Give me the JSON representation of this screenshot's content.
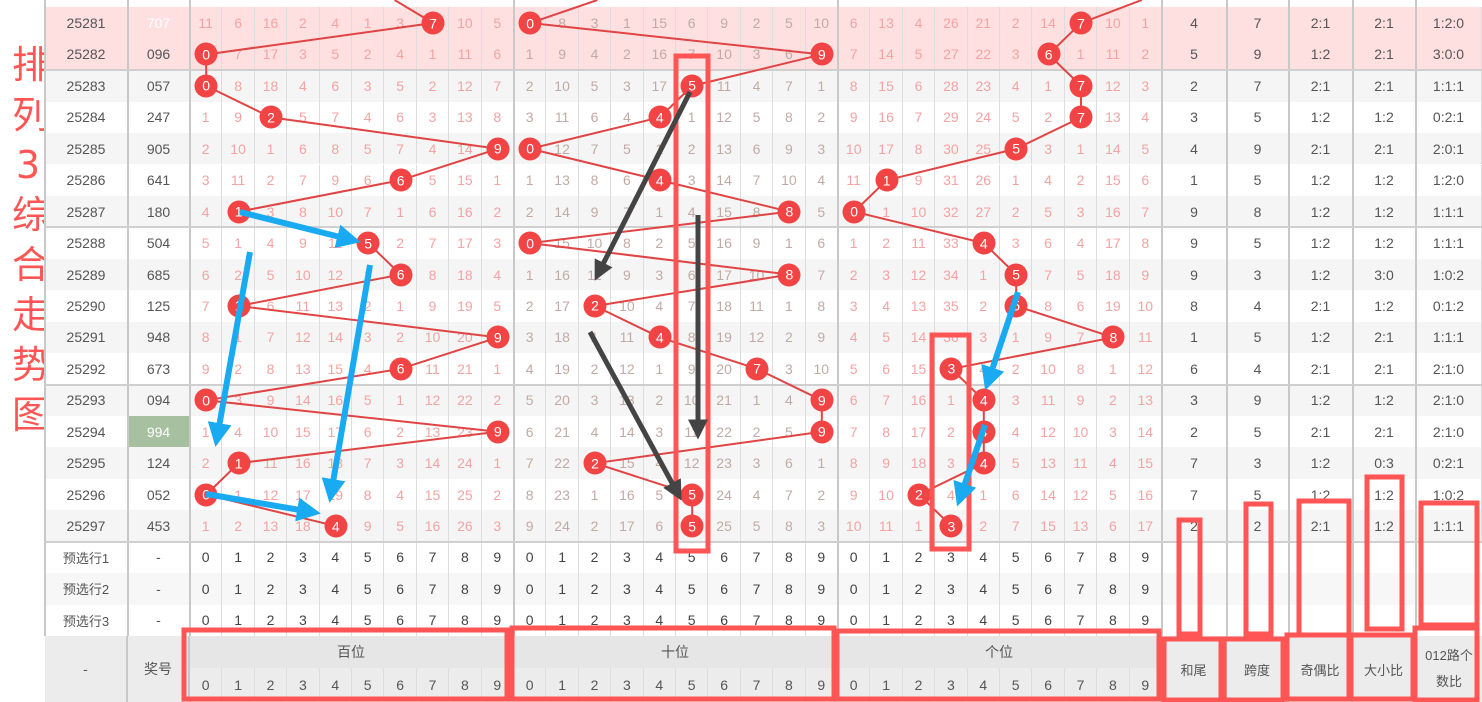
{
  "title_chars": [
    "排",
    "列",
    "3",
    "综",
    "合",
    "走",
    "势",
    "图"
  ],
  "colors": {
    "ball": "#f24444",
    "pink_row": "#ffe0e0",
    "alt_row": "#f5f5f5",
    "highlight_number": "#a6c0a0",
    "annotation_red": "#ff5555",
    "arrow_blue": "#19aaf2",
    "arrow_dark": "#444444"
  },
  "rows": [
    {
      "period": "25281",
      "number": "707",
      "h": [
        11,
        6,
        16,
        2,
        4,
        1,
        3,
        0,
        10,
        5
      ],
      "t": [
        0,
        8,
        3,
        1,
        15,
        6,
        9,
        2,
        5,
        10
      ],
      "u": [
        6,
        13,
        4,
        26,
        21,
        2,
        14,
        0,
        10,
        1
      ],
      "stats": [
        "4",
        "7",
        "2:1",
        "2:1",
        "1:2:0"
      ]
    },
    {
      "period": "25282",
      "number": "096",
      "h": [
        0,
        7,
        17,
        3,
        5,
        2,
        4,
        1,
        11,
        6
      ],
      "t": [
        1,
        9,
        4,
        2,
        16,
        7,
        10,
        3,
        6,
        0
      ],
      "u": [
        7,
        14,
        5,
        27,
        22,
        3,
        0,
        1,
        11,
        2
      ],
      "stats": [
        "5",
        "9",
        "1:2",
        "2:1",
        "3:0:0"
      ]
    },
    {
      "period": "25283",
      "number": "057",
      "h": [
        0,
        8,
        18,
        4,
        6,
        3,
        5,
        2,
        12,
        7
      ],
      "t": [
        2,
        10,
        5,
        3,
        17,
        0,
        11,
        4,
        7,
        1
      ],
      "u": [
        8,
        15,
        6,
        28,
        23,
        4,
        1,
        0,
        12,
        3
      ],
      "stats": [
        "2",
        "7",
        "2:1",
        "2:1",
        "1:1:1"
      ]
    },
    {
      "period": "25284",
      "number": "247",
      "h": [
        1,
        9,
        0,
        5,
        7,
        4,
        6,
        3,
        13,
        8
      ],
      "t": [
        3,
        11,
        6,
        4,
        0,
        1,
        12,
        5,
        8,
        2
      ],
      "u": [
        9,
        16,
        7,
        29,
        24,
        5,
        2,
        0,
        13,
        4
      ],
      "stats": [
        "3",
        "5",
        "1:2",
        "1:2",
        "0:2:1"
      ]
    },
    {
      "period": "25285",
      "number": "905",
      "h": [
        2,
        10,
        1,
        6,
        8,
        5,
        7,
        4,
        14,
        0
      ],
      "t": [
        0,
        12,
        7,
        5,
        1,
        2,
        13,
        6,
        9,
        3
      ],
      "u": [
        10,
        17,
        8,
        30,
        25,
        0,
        3,
        1,
        14,
        5
      ],
      "stats": [
        "4",
        "9",
        "2:1",
        "2:1",
        "2:0:1"
      ]
    },
    {
      "period": "25286",
      "number": "641",
      "h": [
        3,
        11,
        2,
        7,
        9,
        6,
        0,
        5,
        15,
        1
      ],
      "t": [
        1,
        13,
        8,
        6,
        0,
        3,
        14,
        7,
        10,
        4
      ],
      "u": [
        11,
        0,
        9,
        31,
        26,
        1,
        4,
        2,
        15,
        6
      ],
      "stats": [
        "1",
        "5",
        "1:2",
        "1:2",
        "1:2:0"
      ]
    },
    {
      "period": "25287",
      "number": "180",
      "h": [
        4,
        0,
        3,
        8,
        10,
        7,
        1,
        6,
        16,
        2
      ],
      "t": [
        2,
        14,
        9,
        7,
        1,
        4,
        15,
        8,
        0,
        5
      ],
      "u": [
        0,
        1,
        10,
        32,
        27,
        2,
        5,
        3,
        16,
        7
      ],
      "stats": [
        "9",
        "8",
        "1:2",
        "1:2",
        "1:1:1"
      ]
    },
    {
      "period": "25288",
      "number": "504",
      "h": [
        5,
        1,
        4,
        9,
        11,
        0,
        2,
        7,
        17,
        3
      ],
      "t": [
        0,
        15,
        10,
        8,
        2,
        5,
        16,
        9,
        1,
        6
      ],
      "u": [
        1,
        2,
        11,
        33,
        0,
        3,
        6,
        4,
        17,
        8
      ],
      "stats": [
        "9",
        "5",
        "1:2",
        "1:2",
        "1:1:1"
      ]
    },
    {
      "period": "25289",
      "number": "685",
      "h": [
        6,
        2,
        5,
        10,
        12,
        1,
        0,
        8,
        18,
        4
      ],
      "t": [
        1,
        16,
        11,
        9,
        3,
        6,
        17,
        10,
        0,
        7
      ],
      "u": [
        2,
        3,
        12,
        34,
        1,
        0,
        7,
        5,
        18,
        9
      ],
      "stats": [
        "9",
        "3",
        "1:2",
        "3:0",
        "1:0:2"
      ]
    },
    {
      "period": "25290",
      "number": "125",
      "h": [
        7,
        0,
        6,
        11,
        13,
        2,
        1,
        9,
        19,
        5
      ],
      "t": [
        2,
        17,
        0,
        10,
        4,
        7,
        18,
        11,
        1,
        8
      ],
      "u": [
        3,
        4,
        13,
        35,
        2,
        0,
        8,
        6,
        19,
        10
      ],
      "stats": [
        "8",
        "4",
        "2:1",
        "1:2",
        "0:1:2"
      ]
    },
    {
      "period": "25291",
      "number": "948",
      "h": [
        8,
        1,
        7,
        12,
        14,
        3,
        2,
        10,
        20,
        0
      ],
      "t": [
        3,
        18,
        1,
        11,
        0,
        8,
        19,
        12,
        2,
        9
      ],
      "u": [
        4,
        5,
        14,
        36,
        3,
        1,
        9,
        7,
        0,
        11
      ],
      "stats": [
        "1",
        "5",
        "1:2",
        "2:1",
        "1:1:1"
      ]
    },
    {
      "period": "25292",
      "number": "673",
      "h": [
        9,
        2,
        8,
        13,
        15,
        4,
        0,
        11,
        21,
        1
      ],
      "t": [
        4,
        19,
        2,
        12,
        1,
        9,
        20,
        0,
        3,
        10
      ],
      "u": [
        5,
        6,
        15,
        0,
        4,
        2,
        10,
        8,
        1,
        12
      ],
      "stats": [
        "6",
        "4",
        "2:1",
        "2:1",
        "2:1:0"
      ]
    },
    {
      "period": "25293",
      "number": "094",
      "h": [
        0,
        3,
        9,
        14,
        16,
        5,
        1,
        12,
        22,
        2
      ],
      "t": [
        5,
        20,
        3,
        13,
        2,
        10,
        21,
        1,
        4,
        0
      ],
      "u": [
        6,
        7,
        16,
        1,
        0,
        3,
        11,
        9,
        2,
        13
      ],
      "stats": [
        "3",
        "9",
        "1:2",
        "1:2",
        "2:1:0"
      ]
    },
    {
      "period": "25294",
      "number": "994",
      "h": [
        1,
        4,
        10,
        15,
        17,
        6,
        2,
        13,
        23,
        0
      ],
      "t": [
        6,
        21,
        4,
        14,
        3,
        11,
        22,
        2,
        5,
        0
      ],
      "u": [
        7,
        8,
        17,
        2,
        0,
        4,
        12,
        10,
        3,
        14
      ],
      "stats": [
        "2",
        "5",
        "2:1",
        "2:1",
        "2:1:0"
      ]
    },
    {
      "period": "25295",
      "number": "124",
      "h": [
        2,
        0,
        11,
        16,
        18,
        7,
        3,
        14,
        24,
        1
      ],
      "t": [
        7,
        22,
        0,
        15,
        4,
        12,
        23,
        3,
        6,
        1
      ],
      "u": [
        8,
        9,
        18,
        3,
        0,
        5,
        13,
        11,
        4,
        15
      ],
      "stats": [
        "7",
        "3",
        "1:2",
        "0:3",
        "0:2:1"
      ]
    },
    {
      "period": "25296",
      "number": "052",
      "h": [
        0,
        1,
        12,
        17,
        19,
        8,
        4,
        15,
        25,
        2
      ],
      "t": [
        8,
        23,
        1,
        16,
        5,
        0,
        24,
        4,
        7,
        2
      ],
      "u": [
        9,
        10,
        0,
        4,
        1,
        6,
        14,
        12,
        5,
        16
      ],
      "stats": [
        "7",
        "5",
        "1:2",
        "1:2",
        "1:0:2"
      ]
    },
    {
      "period": "25297",
      "number": "453",
      "h": [
        1,
        2,
        13,
        18,
        0,
        9,
        5,
        16,
        26,
        3
      ],
      "t": [
        9,
        24,
        2,
        17,
        6,
        0,
        25,
        5,
        8,
        3
      ],
      "u": [
        10,
        11,
        1,
        0,
        2,
        7,
        15,
        13,
        6,
        17
      ],
      "stats": [
        "2",
        "2",
        "2:1",
        "1:2",
        "1:1:1"
      ]
    }
  ],
  "preselect": [
    {
      "label": "预选行1",
      "number": "-"
    },
    {
      "label": "预选行2",
      "number": "-"
    },
    {
      "label": "预选行3",
      "number": "-"
    }
  ],
  "digits": [
    "0",
    "1",
    "2",
    "3",
    "4",
    "5",
    "6",
    "7",
    "8",
    "9"
  ],
  "footer": {
    "period": "-",
    "number": "奖号",
    "groups": [
      "百位",
      "十位",
      "个位"
    ],
    "stats": [
      "和尾",
      "跨度",
      "奇偶比",
      "大小比"
    ],
    "route_line1": "012路个",
    "route_line2": "数比"
  }
}
